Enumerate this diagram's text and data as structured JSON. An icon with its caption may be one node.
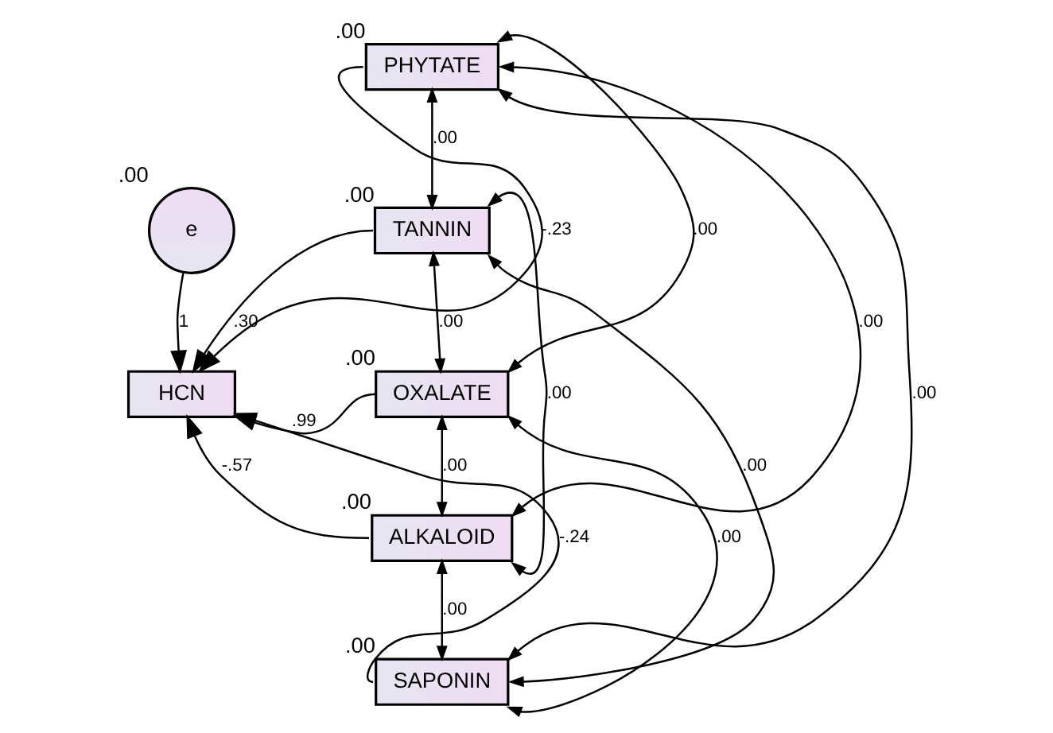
{
  "diagram": {
    "nodes": [
      {
        "text": [
          "e"
        ],
        "beside": [
          ".00"
        ]
      },
      {
        "text": [
          "HCN"
        ]
      },
      {
        "text": [
          "PHYTATE"
        ],
        "beside": [
          ".00"
        ]
      },
      {
        "text": [
          "TANNIN"
        ],
        "beside": [
          ".00"
        ]
      },
      {
        "text": [
          "OXALATE"
        ],
        "beside": [
          ".00"
        ]
      },
      {
        "text": [
          "ALKALOID"
        ],
        "beside": [
          ".00"
        ]
      },
      {
        "text": [
          "SAPONIN"
        ],
        "beside": [
          ".00"
        ]
      }
    ],
    "edges": [
      {
        "from": 0,
        "to": 1,
        "arrow": "to",
        "label": "1"
      },
      {
        "from": 2,
        "to": 1,
        "arrow": "to",
        "label": "-.23"
      },
      {
        "from": 3,
        "to": 1,
        "arrow": "to",
        "label": ".30"
      },
      {
        "from": 4,
        "to": 1,
        "arrow": "to",
        "label": ".99"
      },
      {
        "from": 5,
        "to": 1,
        "arrow": "to",
        "label": "-.57"
      },
      {
        "from": 6,
        "to": 1,
        "arrow": "to",
        "label": "-.24"
      },
      {
        "from": 2,
        "to": 3,
        "arrow": "both",
        "label": ".00"
      },
      {
        "from": 2,
        "to": 4,
        "arrow": "both",
        "label": ".00"
      },
      {
        "from": 2,
        "to": 5,
        "arrow": "both",
        "label": ".00"
      },
      {
        "from": 2,
        "to": 6,
        "arrow": "both",
        "label": ".00"
      },
      {
        "from": 3,
        "to": 4,
        "arrow": "both",
        "label": ".00"
      },
      {
        "from": 3,
        "to": 5,
        "arrow": "both",
        "label": ".00"
      },
      {
        "from": 3,
        "to": 6,
        "arrow": "both",
        "label": ".00"
      },
      {
        "from": 4,
        "to": 5,
        "arrow": "both",
        "label": ".00"
      },
      {
        "from": 4,
        "to": 6,
        "arrow": "both",
        "label": ".00"
      },
      {
        "from": 5,
        "to": 6,
        "arrow": "both",
        "label": ".00"
      }
    ]
  }
}
